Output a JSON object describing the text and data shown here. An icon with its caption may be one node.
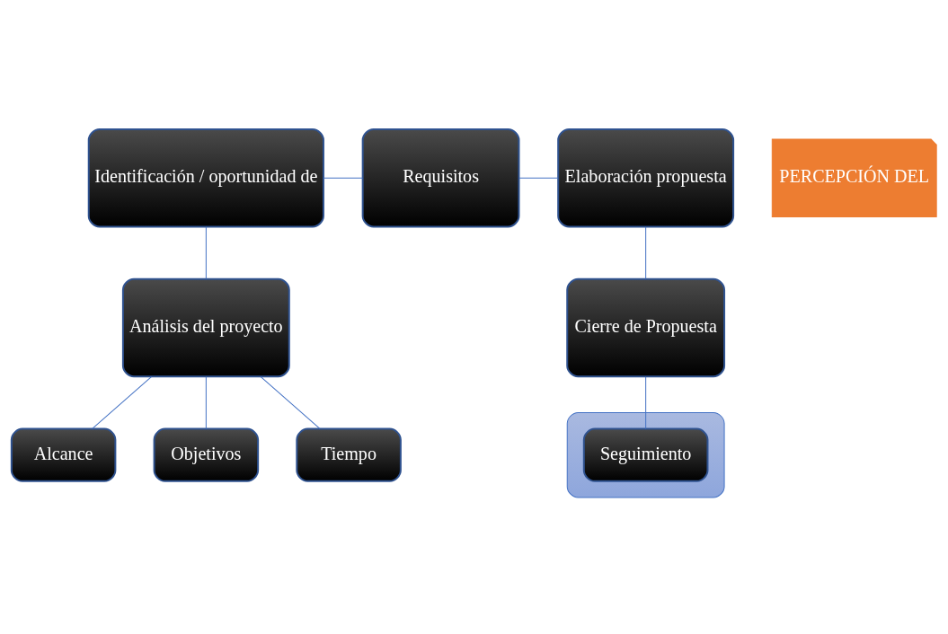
{
  "diagram": {
    "nodes": [
      {
        "text": [
          "Identificación / oportunidad de"
        ]
      },
      {
        "text": [
          "Requisitos"
        ]
      },
      {
        "text": [
          "Elaboración propuesta"
        ]
      },
      {
        "text": [
          "Análisis del proyecto"
        ]
      },
      {
        "text": [
          "Alcance"
        ]
      },
      {
        "text": [
          "Objetivos"
        ]
      },
      {
        "text": [
          "Tiempo"
        ]
      },
      {
        "text": [
          "Cierre de Propuesta"
        ]
      },
      {
        "text": [],
        "shape": "ellipse"
      },
      {
        "text": [
          "Seguimiento"
        ],
        "in": 8
      },
      {
        "text": [
          "PERCEPCIÓN DEL"
        ]
      }
    ],
    "edges": [
      {
        "from": 0,
        "to": 1,
        "arrow": "none"
      },
      {
        "from": 1,
        "to": 2,
        "arrow": "none"
      },
      {
        "from": 0,
        "to": 3,
        "arrow": "none"
      },
      {
        "from": 3,
        "to": 4,
        "arrow": "none"
      },
      {
        "from": 3,
        "to": 5,
        "arrow": "none"
      },
      {
        "from": 3,
        "to": 6,
        "arrow": "none"
      },
      {
        "from": 2,
        "to": 7,
        "arrow": "none"
      },
      {
        "from": 7,
        "to": 9,
        "arrow": "none"
      }
    ]
  }
}
